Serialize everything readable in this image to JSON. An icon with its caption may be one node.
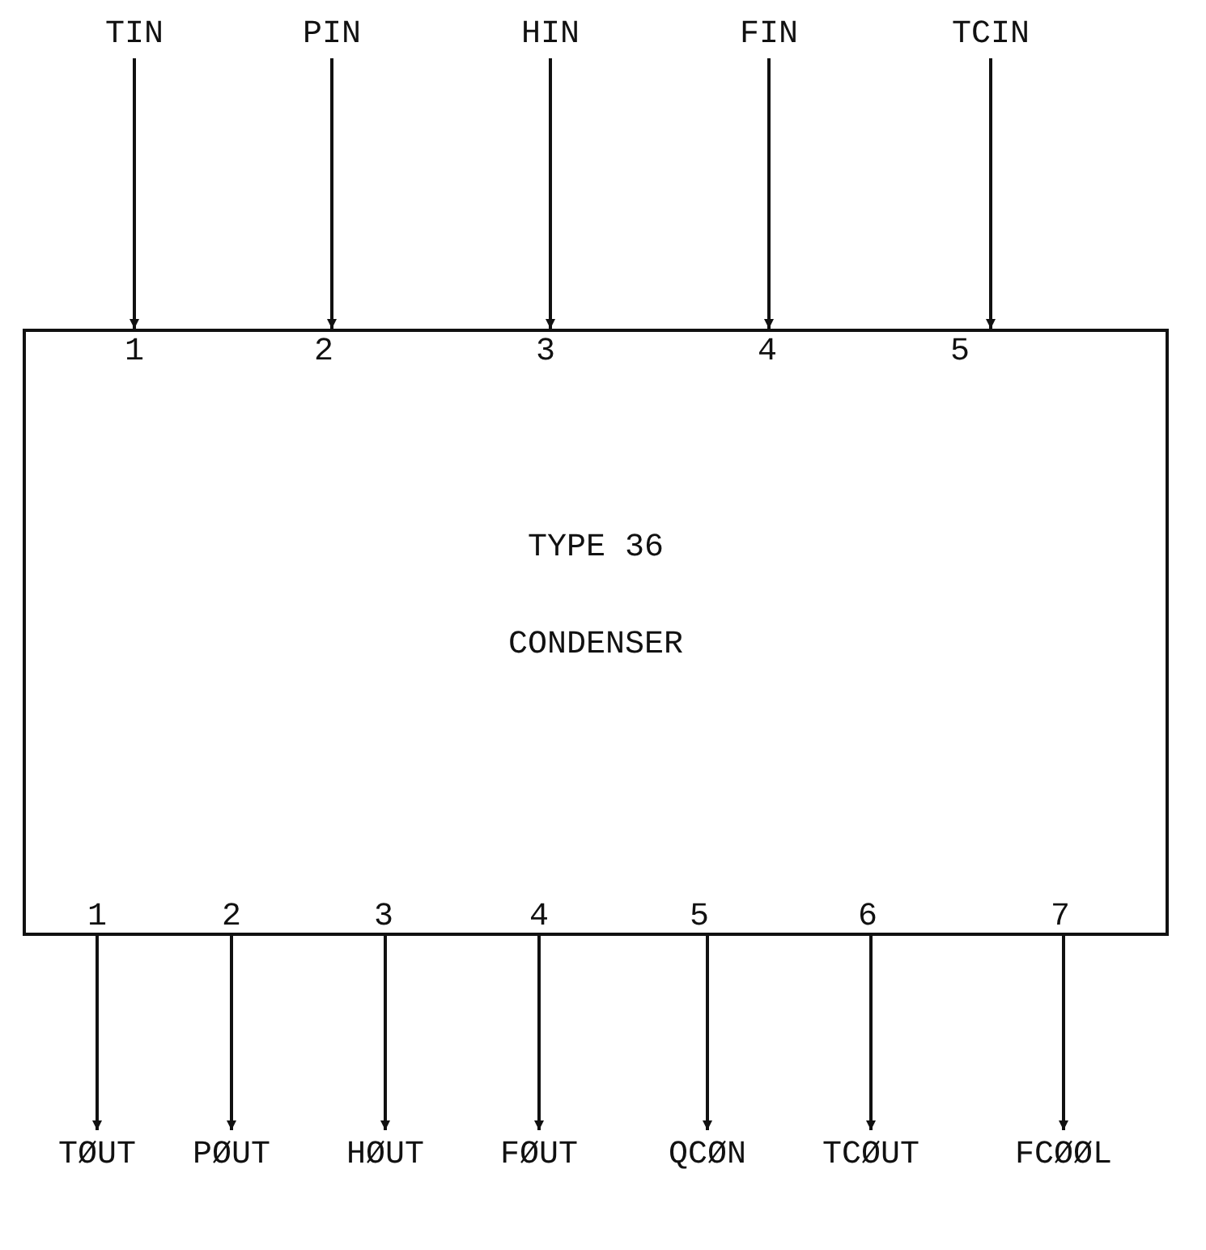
{
  "diagram": {
    "nodes": [
      {
        "text": [
          "TIN"
        ]
      },
      {
        "text": [
          "PIN"
        ]
      },
      {
        "text": [
          "HIN"
        ]
      },
      {
        "text": [
          "FIN"
        ]
      },
      {
        "text": [
          "TCIN"
        ]
      },
      {
        "text": [
          "TYPE 36",
          "CONDENSER"
        ]
      },
      {
        "text": [
          "TØUT"
        ]
      },
      {
        "text": [
          "PØUT"
        ]
      },
      {
        "text": [
          "HØUT"
        ]
      },
      {
        "text": [
          "FØUT"
        ]
      },
      {
        "text": [
          "QCØN"
        ]
      },
      {
        "text": [
          "TCØUT"
        ]
      },
      {
        "text": [
          "FCØØL"
        ]
      }
    ],
    "edges": [
      {
        "from": 0,
        "to": 5,
        "arrow": "to"
      },
      {
        "from": 1,
        "to": 5,
        "arrow": "to"
      },
      {
        "from": 2,
        "to": 5,
        "arrow": "to"
      },
      {
        "from": 3,
        "to": 5,
        "arrow": "to"
      },
      {
        "from": 4,
        "to": 5,
        "arrow": "to"
      },
      {
        "from": 5,
        "to": 6,
        "arrow": "to"
      },
      {
        "from": 5,
        "to": 7,
        "arrow": "to"
      },
      {
        "from": 5,
        "to": 8,
        "arrow": "to"
      },
      {
        "from": 5,
        "to": 9,
        "arrow": "to"
      },
      {
        "from": 5,
        "to": 10,
        "arrow": "to"
      },
      {
        "from": 5,
        "to": 11,
        "arrow": "to"
      },
      {
        "from": 5,
        "to": 12,
        "arrow": "to"
      }
    ],
    "labels": [
      "1",
      "2",
      "3",
      "4",
      "5",
      "1",
      "2",
      "3",
      "4",
      "5",
      "6",
      "7"
    ]
  }
}
